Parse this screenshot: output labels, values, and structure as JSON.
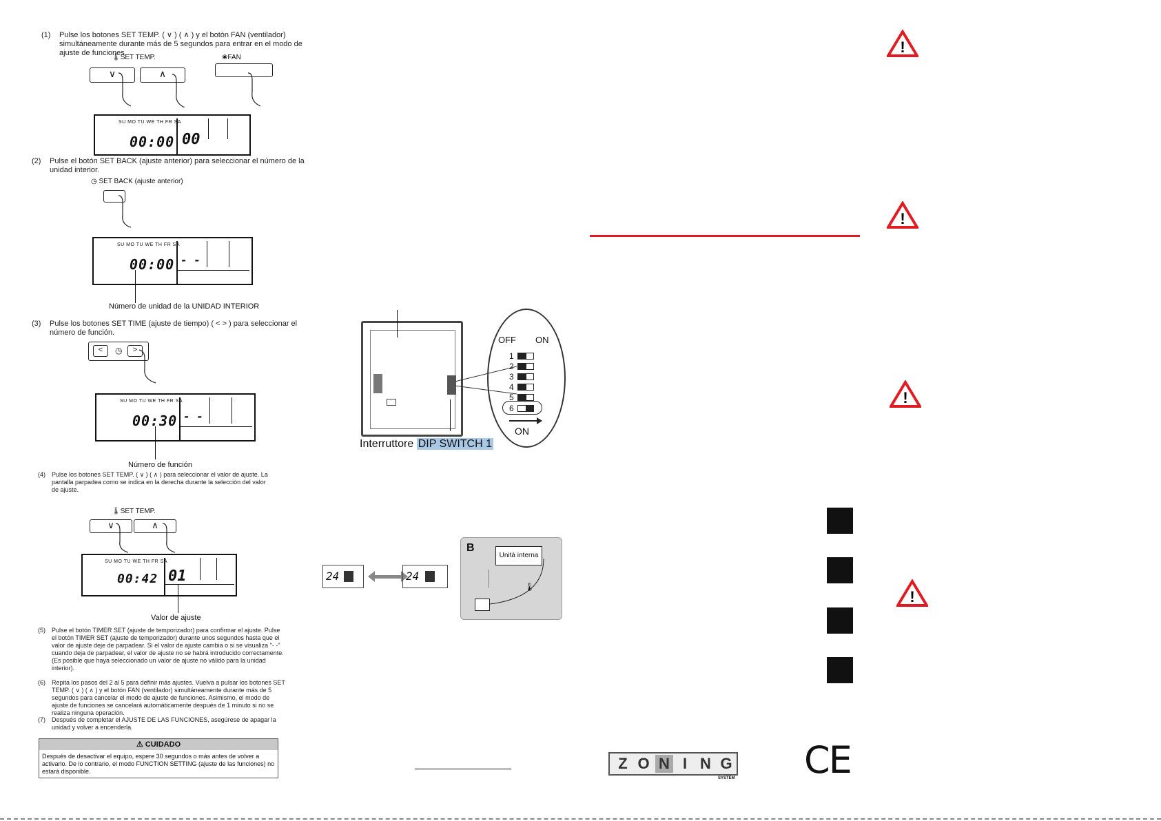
{
  "steps": {
    "s1": {
      "num": "(1)",
      "text": "Pulse los botones SET TEMP. ( ∨ ) ( ∧ ) y el botón FAN (ventilador) simultáneamente durante más de 5 segundos para entrar en el modo de ajuste de funciones."
    },
    "s2": {
      "num": "(2)",
      "text": "Pulse el botón SET BACK (ajuste anterior) para seleccionar el número de la unidad interior."
    },
    "s3": {
      "num": "(3)",
      "text": "Pulse los botones SET TIME (ajuste de tiempo) ( < > ) para seleccionar el número de función."
    },
    "s4": {
      "num": "(4)",
      "text": "Pulse los botones SET TEMP. ( ∨ ) ( ∧ ) para seleccionar el valor de ajuste. La pantalla parpadea como se indica en la derecha durante la selección del valor de ajuste."
    },
    "s5": {
      "num": "(5)",
      "text": "Pulse el botón TIMER SET (ajuste de temporizador) para confirmar el ajuste. Pulse el botón TIMER SET (ajuste de temporizador) durante unos segundos hasta que el valor de ajuste deje de parpadear. Si el valor de ajuste cambia o si se visualiza \"- -\" cuando deja de parpadear, el valor de ajuste no se habrá introducido correctamente. (Es posible que haya seleccionado un valor de ajuste no válido para la unidad interior)."
    },
    "s6": {
      "num": "(6)",
      "text": "Repita los pasos del 2 al 5 para definir más ajustes. Vuelva a pulsar los botones SET TEMP. ( ∨ ) ( ∧ ) y el botón FAN (ventilador) simultáneamente durante más de 5 segundos para cancelar el modo de ajuste de funciones. Asimismo, el modo de ajuste de funciones se cancelará automáticamente después de 1 minuto si no se realiza ninguna operación."
    },
    "s7": {
      "num": "(7)",
      "text": "Después de completar el AJUSTE DE LAS FUNCIONES, asegúrese de apagar la unidad y volver a encenderla."
    }
  },
  "labels": {
    "set_temp": "SET TEMP.",
    "fan": "FAN",
    "set_back": "SET BACK (ajuste anterior)",
    "days": "SU MO TU WE TH FR SA",
    "lcd1_time": "00:00",
    "lcd1_val": "00",
    "lcd2_time": "00:00",
    "lcd2_val": "- -",
    "lcd3_time": "00:30",
    "lcd3_val": "- -",
    "lcd4_time": "00:42",
    "lcd4_val": "01",
    "cap_unit": "Número de unidad de la UNIDAD INTERIOR",
    "cap_func": "Número de función",
    "cap_value": "Valor de ajuste"
  },
  "caution": {
    "title": "CUIDADO",
    "text": "Después de desactivar el equipo, espere 30 segundos o más antes de volver a activarlo. De lo contrario, el modo FUNCTION SETTING (ajuste de las funciones) no estará disponible."
  },
  "dip": {
    "off": "OFF",
    "on": "ON",
    "on_arrow": "ON",
    "switches": [
      "1",
      "2",
      "3",
      "4",
      "5",
      "6"
    ],
    "caption_prefix": "Interruttore",
    "caption_highlight": "DIP SWITCH 1"
  },
  "panel_b": {
    "letter": "B",
    "unit": "Unità interna",
    "lcd_a": "24",
    "lcd_b": "24"
  },
  "logo": {
    "letters": [
      "Z",
      "O",
      "N",
      "I",
      "N",
      "G"
    ],
    "system": "SYSTEM",
    "ce": "CE"
  },
  "colors": {
    "accent_red": "#e11b22",
    "highlight_blue": "#a9c8e6"
  }
}
